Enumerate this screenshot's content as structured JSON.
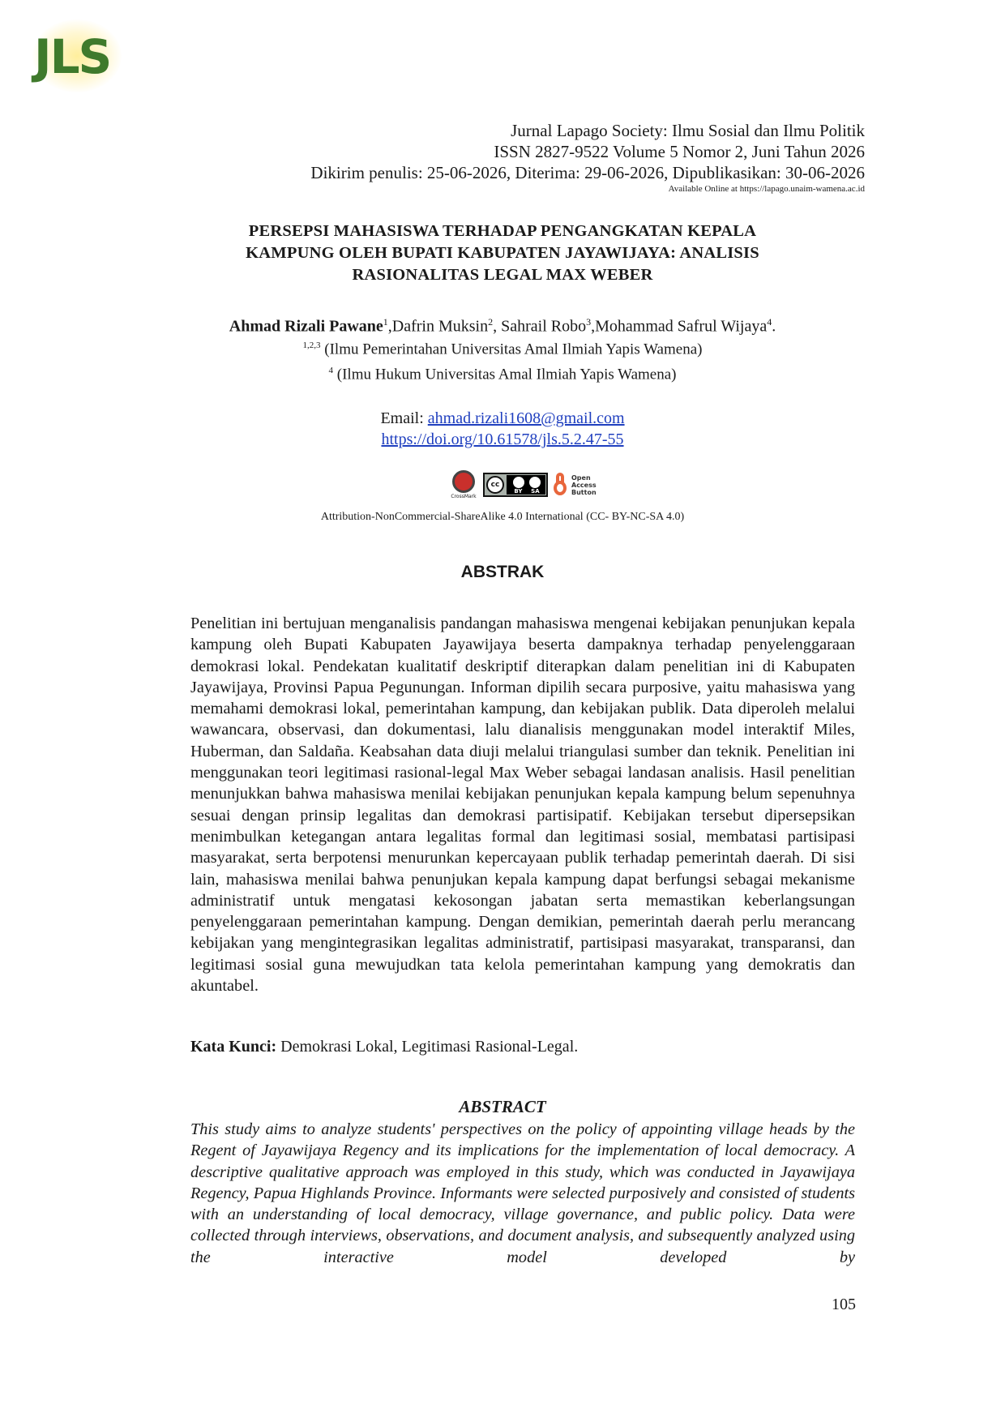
{
  "logo": {
    "text": "JLS",
    "color": "#3f7a2c"
  },
  "header": {
    "journal": "Jurnal Lapago Society: Ilmu Sosial dan Ilmu Politik",
    "issn": "ISSN 2827-9522 Volume 5 Nomor 2, Juni Tahun 2026",
    "dates": "Dikirim penulis: 25-06-2026, Diterima: 29-06-2026, Dipublikasikan: 30-06-2026",
    "available": "Available Online at https://lapago.unaim-wamena.ac.id"
  },
  "title": {
    "line1": "PERSEPSI MAHASISWA TERHADAP PENGANGKATAN KEPALA",
    "line2": "KAMPUNG OLEH BUPATI KABUPATEN JAYAWIJAYA: ANALISIS",
    "line3": "RASIONALITAS LEGAL MAX WEBER"
  },
  "authors": {
    "a1": "Ahmad Rizali Pawane",
    "a1_sup": "1",
    "a2": ",Dafrin Muksin",
    "a2_sup": "2",
    "a3": ", Sahrail Robo",
    "a3_sup": "3",
    "a4": ",Mohammad Safrul Wijaya",
    "a4_sup": "4",
    "end": "."
  },
  "affiliations": {
    "aff1_sup": "1,2,3",
    "aff1": " (Ilmu Pemerintahan Universitas Amal Ilmiah Yapis Wamena)",
    "aff2_sup": "4",
    "aff2": " (Ilmu Hukum Universitas Amal Ilmiah Yapis Wamena)"
  },
  "contact": {
    "email_label": "Email: ",
    "email": "ahmad.rizali1608@gmail.com",
    "doi": "https://doi.org/10.61578/jls.5.2.47-55",
    "link_color": "#1f3fbf"
  },
  "badges": {
    "crossmark": "CrossMark",
    "cc_logo": "cc",
    "cc_by": "BY",
    "cc_sa": "SA",
    "oa_line1": "Open",
    "oa_line2": "Access",
    "oa_line3": "Button"
  },
  "license": "Attribution-NonCommercial-ShareAlike 4.0 International (CC- BY-NC-SA 4.0)",
  "abstrak": {
    "heading": "ABSTRAK",
    "text": "Penelitian ini bertujuan menganalisis pandangan mahasiswa mengenai kebijakan penunjukan kepala kampung oleh Bupati Kabupaten Jayawijaya beserta dampaknya terhadap penyelenggaraan demokrasi lokal. Pendekatan kualitatif deskriptif diterapkan dalam penelitian ini di Kabupaten Jayawijaya, Provinsi Papua Pegunungan. Informan dipilih secara purposive, yaitu mahasiswa yang memahami demokrasi lokal, pemerintahan kampung, dan kebijakan publik. Data diperoleh melalui wawancara, observasi, dan dokumentasi, lalu dianalisis menggunakan model interaktif Miles, Huberman, dan Saldaña. Keabsahan data diuji melalui triangulasi sumber dan teknik. Penelitian ini menggunakan teori legitimasi rasional-legal Max Weber sebagai landasan analisis. Hasil penelitian menunjukkan bahwa mahasiswa menilai kebijakan penunjukan kepala kampung belum sepenuhnya sesuai dengan prinsip legalitas dan demokrasi partisipatif. Kebijakan tersebut dipersepsikan menimbulkan ketegangan antara legalitas formal dan legitimasi sosial, membatasi partisipasi masyarakat, serta berpotensi menurunkan kepercayaan publik terhadap pemerintah daerah. Di sisi lain, mahasiswa menilai bahwa penunjukan kepala kampung dapat berfungsi sebagai mekanisme administratif untuk mengatasi kekosongan jabatan serta memastikan keberlangsungan penyelenggaraan pemerintahan kampung. Dengan demikian, pemerintah daerah perlu merancang kebijakan yang mengintegrasikan legalitas administratif, partisipasi masyarakat, transparansi, dan legitimasi sosial guna mewujudkan tata kelola pemerintahan kampung yang demokratis dan akuntabel."
  },
  "keywords": {
    "label": "Kata Kunci:",
    "text": " Demokrasi Lokal, Legitimasi Rasional-Legal."
  },
  "abstract_en": {
    "heading": "ABSTRACT",
    "text": "This study aims to analyze students' perspectives on the policy of appointing village heads by the Regent of Jayawijaya Regency and its implications for the implementation of local democracy. A descriptive qualitative approach was employed in this study, which was conducted in Jayawijaya Regency, Papua Highlands Province. Informants were selected purposively and consisted of students with an understanding of local democracy, village governance, and public policy. Data were collected through interviews, observations, and document analysis, and subsequently analyzed using the interactive model developed by"
  },
  "page_number": "105"
}
